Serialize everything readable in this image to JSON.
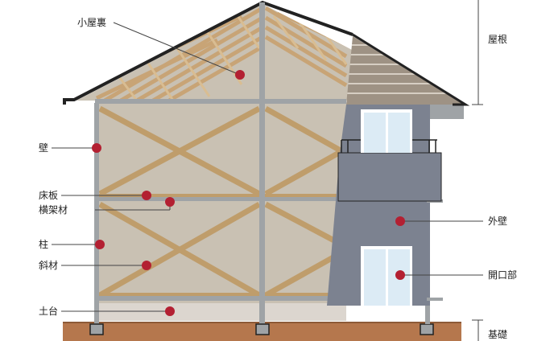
{
  "labels": {
    "koyaura": "小屋裏",
    "kabe": "壁",
    "yukaita": "床板",
    "yokokazai": "横架材",
    "hashira": "柱",
    "shazai": "斜材",
    "dodai": "土台",
    "yane": "屋根",
    "gaiheki": "外壁",
    "kaikoubu": "開口部",
    "kiso": "基礎"
  },
  "colors": {
    "interior_wall": "#c9c1b3",
    "timber": "#bf9d6b",
    "beam": "#9fa3a6",
    "roof_edge": "#222222",
    "roof_tile": "#9e9284",
    "facade": "#7c8290",
    "window_glass": "#dcebf5",
    "foundation": "#b5774d",
    "marker": "#b32032"
  }
}
